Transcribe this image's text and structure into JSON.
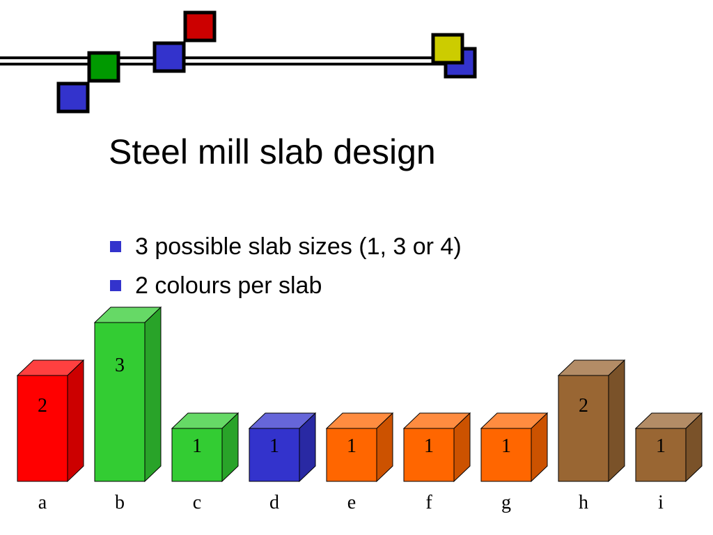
{
  "slide": {
    "title": "Steel mill slab design",
    "bullet_color": "#3333cc",
    "bullets": [
      "3 possible slab sizes (1, 3 or 4)",
      "2 colours per slab"
    ]
  },
  "decoration": {
    "squares": [
      {
        "color": "#3333cc"
      },
      {
        "color": "#009900"
      },
      {
        "color": "#3333cc"
      },
      {
        "color": "#cc0000"
      },
      {
        "color": "#3333cc"
      },
      {
        "color": "#cccc00"
      }
    ]
  },
  "orders": [
    {
      "name": "a",
      "size": 2,
      "color": "#ff0000"
    },
    {
      "name": "b",
      "size": 3,
      "color": "#33cc33"
    },
    {
      "name": "c",
      "size": 1,
      "color": "#33cc33"
    },
    {
      "name": "d",
      "size": 1,
      "color": "#3333cc"
    },
    {
      "name": "e",
      "size": 1,
      "color": "#ff6600"
    },
    {
      "name": "f",
      "size": 1,
      "color": "#ff6600"
    },
    {
      "name": "g",
      "size": 1,
      "color": "#ff6600"
    },
    {
      "name": "h",
      "size": 2,
      "color": "#996633"
    },
    {
      "name": "i",
      "size": 1,
      "color": "#996633"
    }
  ]
}
